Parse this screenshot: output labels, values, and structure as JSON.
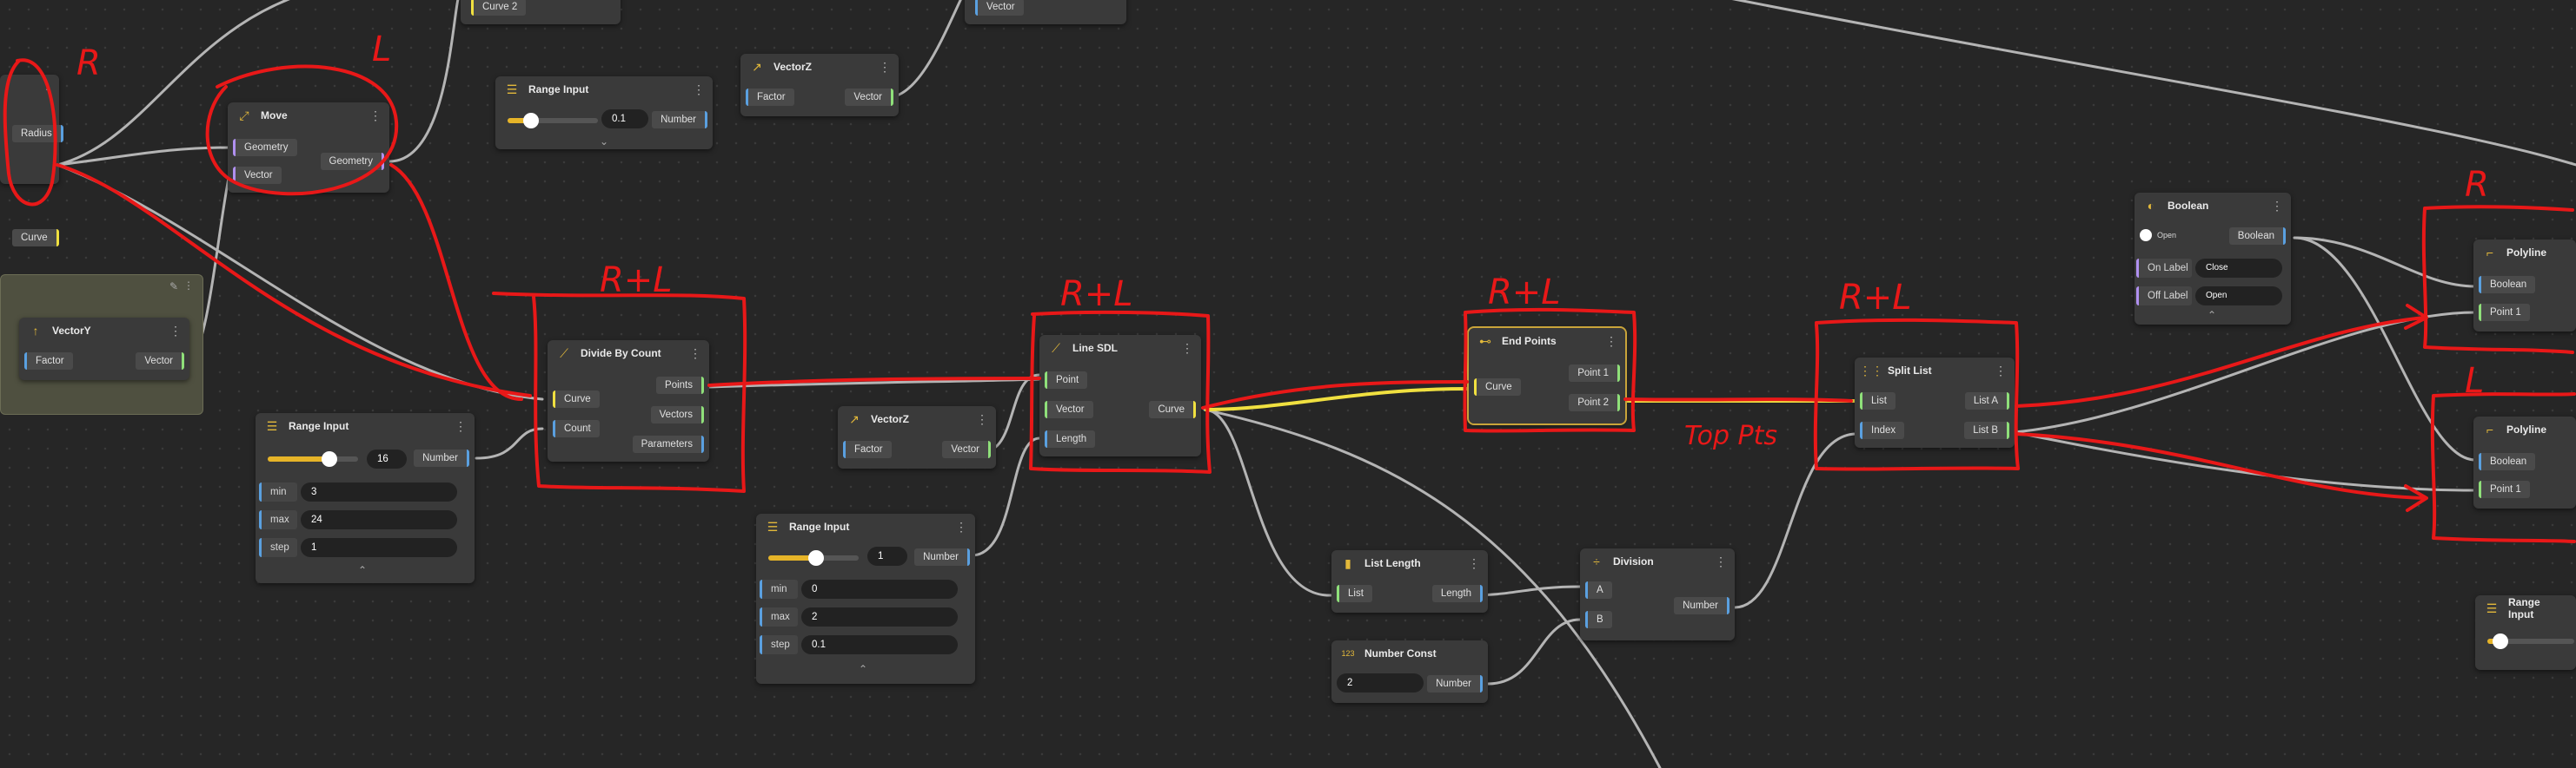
{
  "nodes": {
    "left_partial": {
      "radius": "Radius",
      "curve": "Curve"
    },
    "top_curve2": {
      "port": "Curve 2"
    },
    "top_vector": {
      "port": "Vector"
    },
    "move": {
      "title": "Move",
      "geometry_in": "Geometry",
      "vector_in": "Vector",
      "geometry_out": "Geometry"
    },
    "range_top": {
      "title": "Range Input",
      "value": "0.1",
      "number": "Number"
    },
    "vectorz_top": {
      "title": "VectorZ",
      "factor": "Factor",
      "vector": "Vector"
    },
    "vectory": {
      "title": "VectorY",
      "factor": "Factor",
      "vector": "Vector"
    },
    "range_count": {
      "title": "Range Input",
      "value": "16",
      "number": "Number",
      "min_label": "min",
      "min": "3",
      "max_label": "max",
      "max": "24",
      "step_label": "step",
      "step": "1"
    },
    "divide": {
      "title": "Divide By Count",
      "curve": "Curve",
      "count": "Count",
      "points": "Points",
      "vectors": "Vectors",
      "parameters": "Parameters"
    },
    "vectorz_mid": {
      "title": "VectorZ",
      "factor": "Factor",
      "vector": "Vector"
    },
    "range_len": {
      "title": "Range Input",
      "value": "1",
      "number": "Number",
      "min_label": "min",
      "min": "0",
      "max_label": "max",
      "max": "2",
      "step_label": "step",
      "step": "0.1"
    },
    "line_sdl": {
      "title": "Line SDL",
      "point": "Point",
      "vector": "Vector",
      "length": "Length",
      "curve": "Curve"
    },
    "end_points": {
      "title": "End Points",
      "curve": "Curve",
      "point1": "Point 1",
      "point2": "Point 2"
    },
    "list_length": {
      "title": "List Length",
      "list": "List",
      "length": "Length"
    },
    "number_const": {
      "title": "Number Const",
      "value": "2",
      "number": "Number"
    },
    "division": {
      "title": "Division",
      "a": "A",
      "b": "B",
      "number": "Number"
    },
    "split_list": {
      "title": "Split List",
      "list": "List",
      "index": "Index",
      "list_a": "List A",
      "list_b": "List B"
    },
    "boolean": {
      "title": "Boolean",
      "toggle": "Open",
      "boolean": "Boolean",
      "on_label": "On Label",
      "on_value": "Close",
      "off_label": "Off Label",
      "off_value": "Open"
    },
    "polyline1": {
      "title": "Polyline",
      "boolean": "Boolean",
      "point": "Point 1"
    },
    "polyline2": {
      "title": "Polyline",
      "boolean": "Boolean",
      "point": "Point 1"
    },
    "range_right": {
      "title": "Range Input"
    }
  },
  "annotations": {
    "r": "R",
    "l": "L",
    "rl": "R+L",
    "r2": "R",
    "l2": "L",
    "top_pts": "Top Pts"
  },
  "colors": {
    "accent": "#e6b428",
    "port_blue": "#5aa0e0",
    "port_green": "#8fe07a",
    "annotation_red": "#e81818",
    "wire_yellow": "#f0e040"
  }
}
